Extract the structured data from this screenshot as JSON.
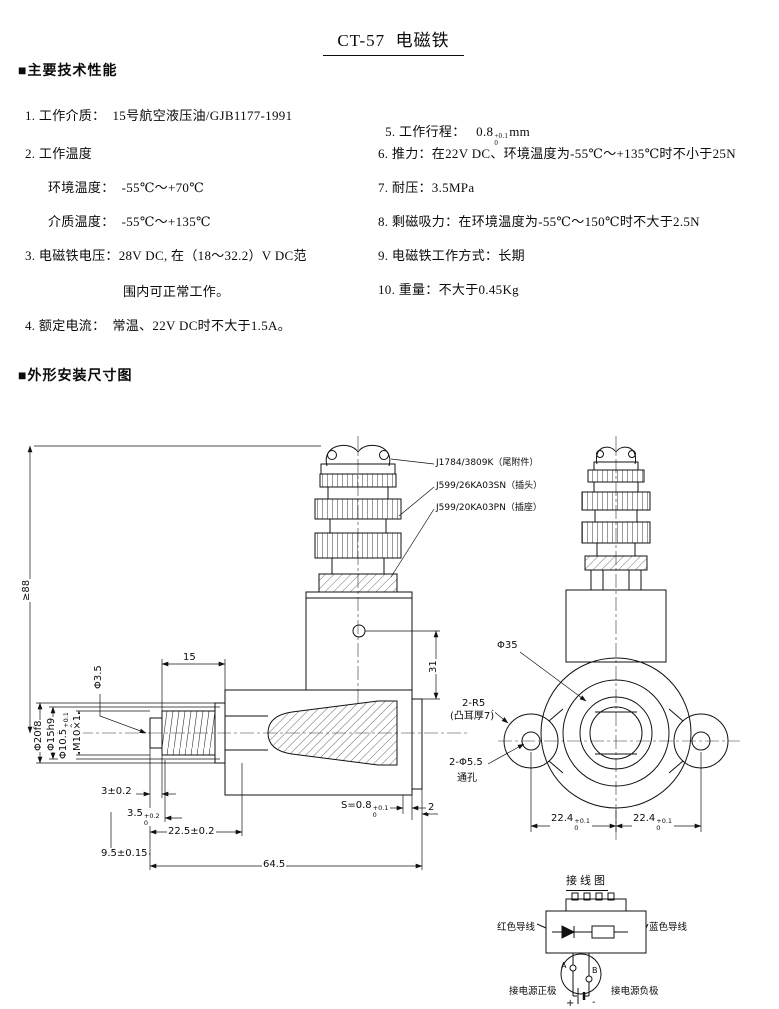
{
  "page": {
    "title": "CT-57  电磁铁"
  },
  "specs": {
    "header": "■主要技术性能",
    "left": [
      "1. 工作介质：  15号航空液压油/GJB1177-1991",
      "2. 工作温度",
      "环境温度：  -55℃～+70℃",
      "介质温度：  -55℃～+135℃",
      "3. 电磁铁电压：28V DC, 在（18～32.2）V DC范",
      "围内可正常工作。",
      "4. 额定电流：  常温、22V DC时不大于1.5A。"
    ],
    "right": {
      "stroke_prefix": "5. 工作行程：   0.8",
      "stroke_tol_up": "+0.1",
      "stroke_tol_dn": "0",
      "stroke_unit": "mm",
      "items": [
        "6. 推力：在22V DC、环境温度为-55℃～+135℃时不小于25N",
        "7. 耐压：3.5MPa",
        "8. 剩磁吸力：在环境温度为-55℃～150℃时不大于2.5N",
        "9. 电磁铁工作方式：长期",
        "10. 重量：不大于0.45Kg"
      ]
    }
  },
  "drawing": {
    "header": "■外形安装尺寸图",
    "callouts": {
      "tail": "J1784/3809K（尾附件）",
      "plug": "J599/26KA03SN（插头）",
      "socket": "J599/20KA03PN（插座）"
    },
    "dims": {
      "height_min": "≥88",
      "phi3_5": "Φ3.5",
      "len15": "15",
      "len31": "31",
      "phi20f8": "Φ20f8",
      "phi15h9": "Φ15h9",
      "phi10_5": "Φ10.5",
      "phi10_5_tol_up": "+0.1",
      "phi10_5_tol_dn": "0",
      "thread": "M10×1",
      "len3": "3±0.2",
      "len3_5": "3.5",
      "len3_5_tol_up": "+0.2",
      "len3_5_tol_dn": "0",
      "len22_5": "22.5±0.2",
      "len9_5": "9.5±0.15",
      "len64_5": "64.5",
      "stroke_s": "S=0.8",
      "stroke_s_tol_up": "+0.1",
      "stroke_s_tol_dn": "0",
      "len2": "2",
      "phi35": "Φ35",
      "ears_r5": "2-R5",
      "ears_note": "(凸耳厚7)",
      "holes": "2-Φ5.5",
      "holes_note": "通孔",
      "len22_4_left": "22.4",
      "len22_4_right": "22.4",
      "len22_4_tol_up": "+0.1",
      "len22_4_tol_dn": "0"
    }
  },
  "wiring": {
    "title": "接线图",
    "red_wire": "红色导线",
    "blue_wire": "蓝色导线",
    "positive": "接电源正极",
    "negative": "接电源负极",
    "pin_a": "A",
    "pin_b": "B",
    "plus": "+",
    "minus": "-"
  }
}
